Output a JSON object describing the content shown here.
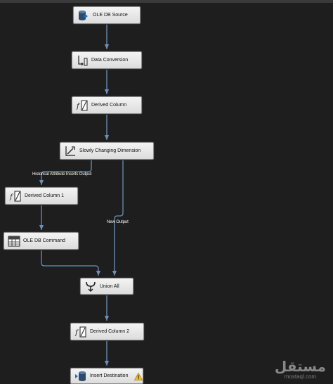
{
  "components": [
    {
      "key": "ole_db_source",
      "label": "OLE DB Source",
      "icon": "database-source-icon"
    },
    {
      "key": "data_conversion",
      "label": "Data Conversion",
      "icon": "data-conversion-icon"
    },
    {
      "key": "derived_column",
      "label": "Derived Column",
      "icon": "derived-column-icon"
    },
    {
      "key": "scd",
      "label": "Slowly Changing Dimension",
      "icon": "slowly-changing-dimension-icon"
    },
    {
      "key": "derived_column_1",
      "label": "Derived Column 1",
      "icon": "derived-column-icon"
    },
    {
      "key": "ole_db_command",
      "label": "OLE DB Command",
      "icon": "ole-db-command-icon"
    },
    {
      "key": "union_all",
      "label": "Union All",
      "icon": "union-all-icon"
    },
    {
      "key": "derived_column_2",
      "label": "Derived Column 2",
      "icon": "derived-column-icon"
    },
    {
      "key": "insert_destination",
      "label": "Insert Destination",
      "icon": "database-destination-icon",
      "warning": true
    }
  ],
  "paths": {
    "historical": "Historical Attribute Inserts Output",
    "new_output": "New Output"
  },
  "watermark": {
    "arabic": "مستقل",
    "latin": "mostaql.com"
  },
  "colors": {
    "background": "#1e1e1e",
    "flow_line": "#6e8fb5",
    "component_fill": "#e8e8e8"
  }
}
